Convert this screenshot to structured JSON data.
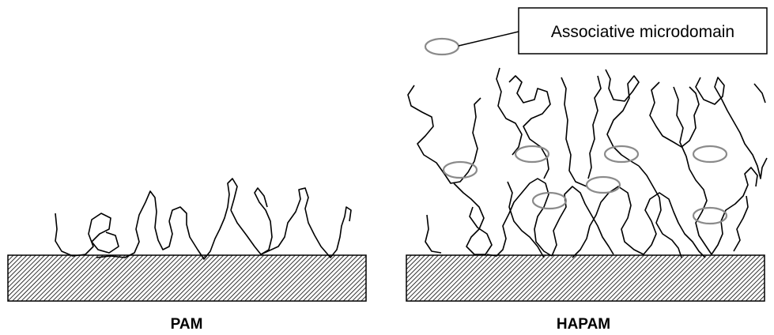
{
  "panels": {
    "left": {
      "caption": "PAM"
    },
    "right": {
      "caption": "HAPAM"
    }
  },
  "legend": {
    "label": "Associative microdomain"
  },
  "colors": {
    "chain": "#000000",
    "substrate_hatch": "#000000",
    "microdomain": "#8a8a8a"
  }
}
